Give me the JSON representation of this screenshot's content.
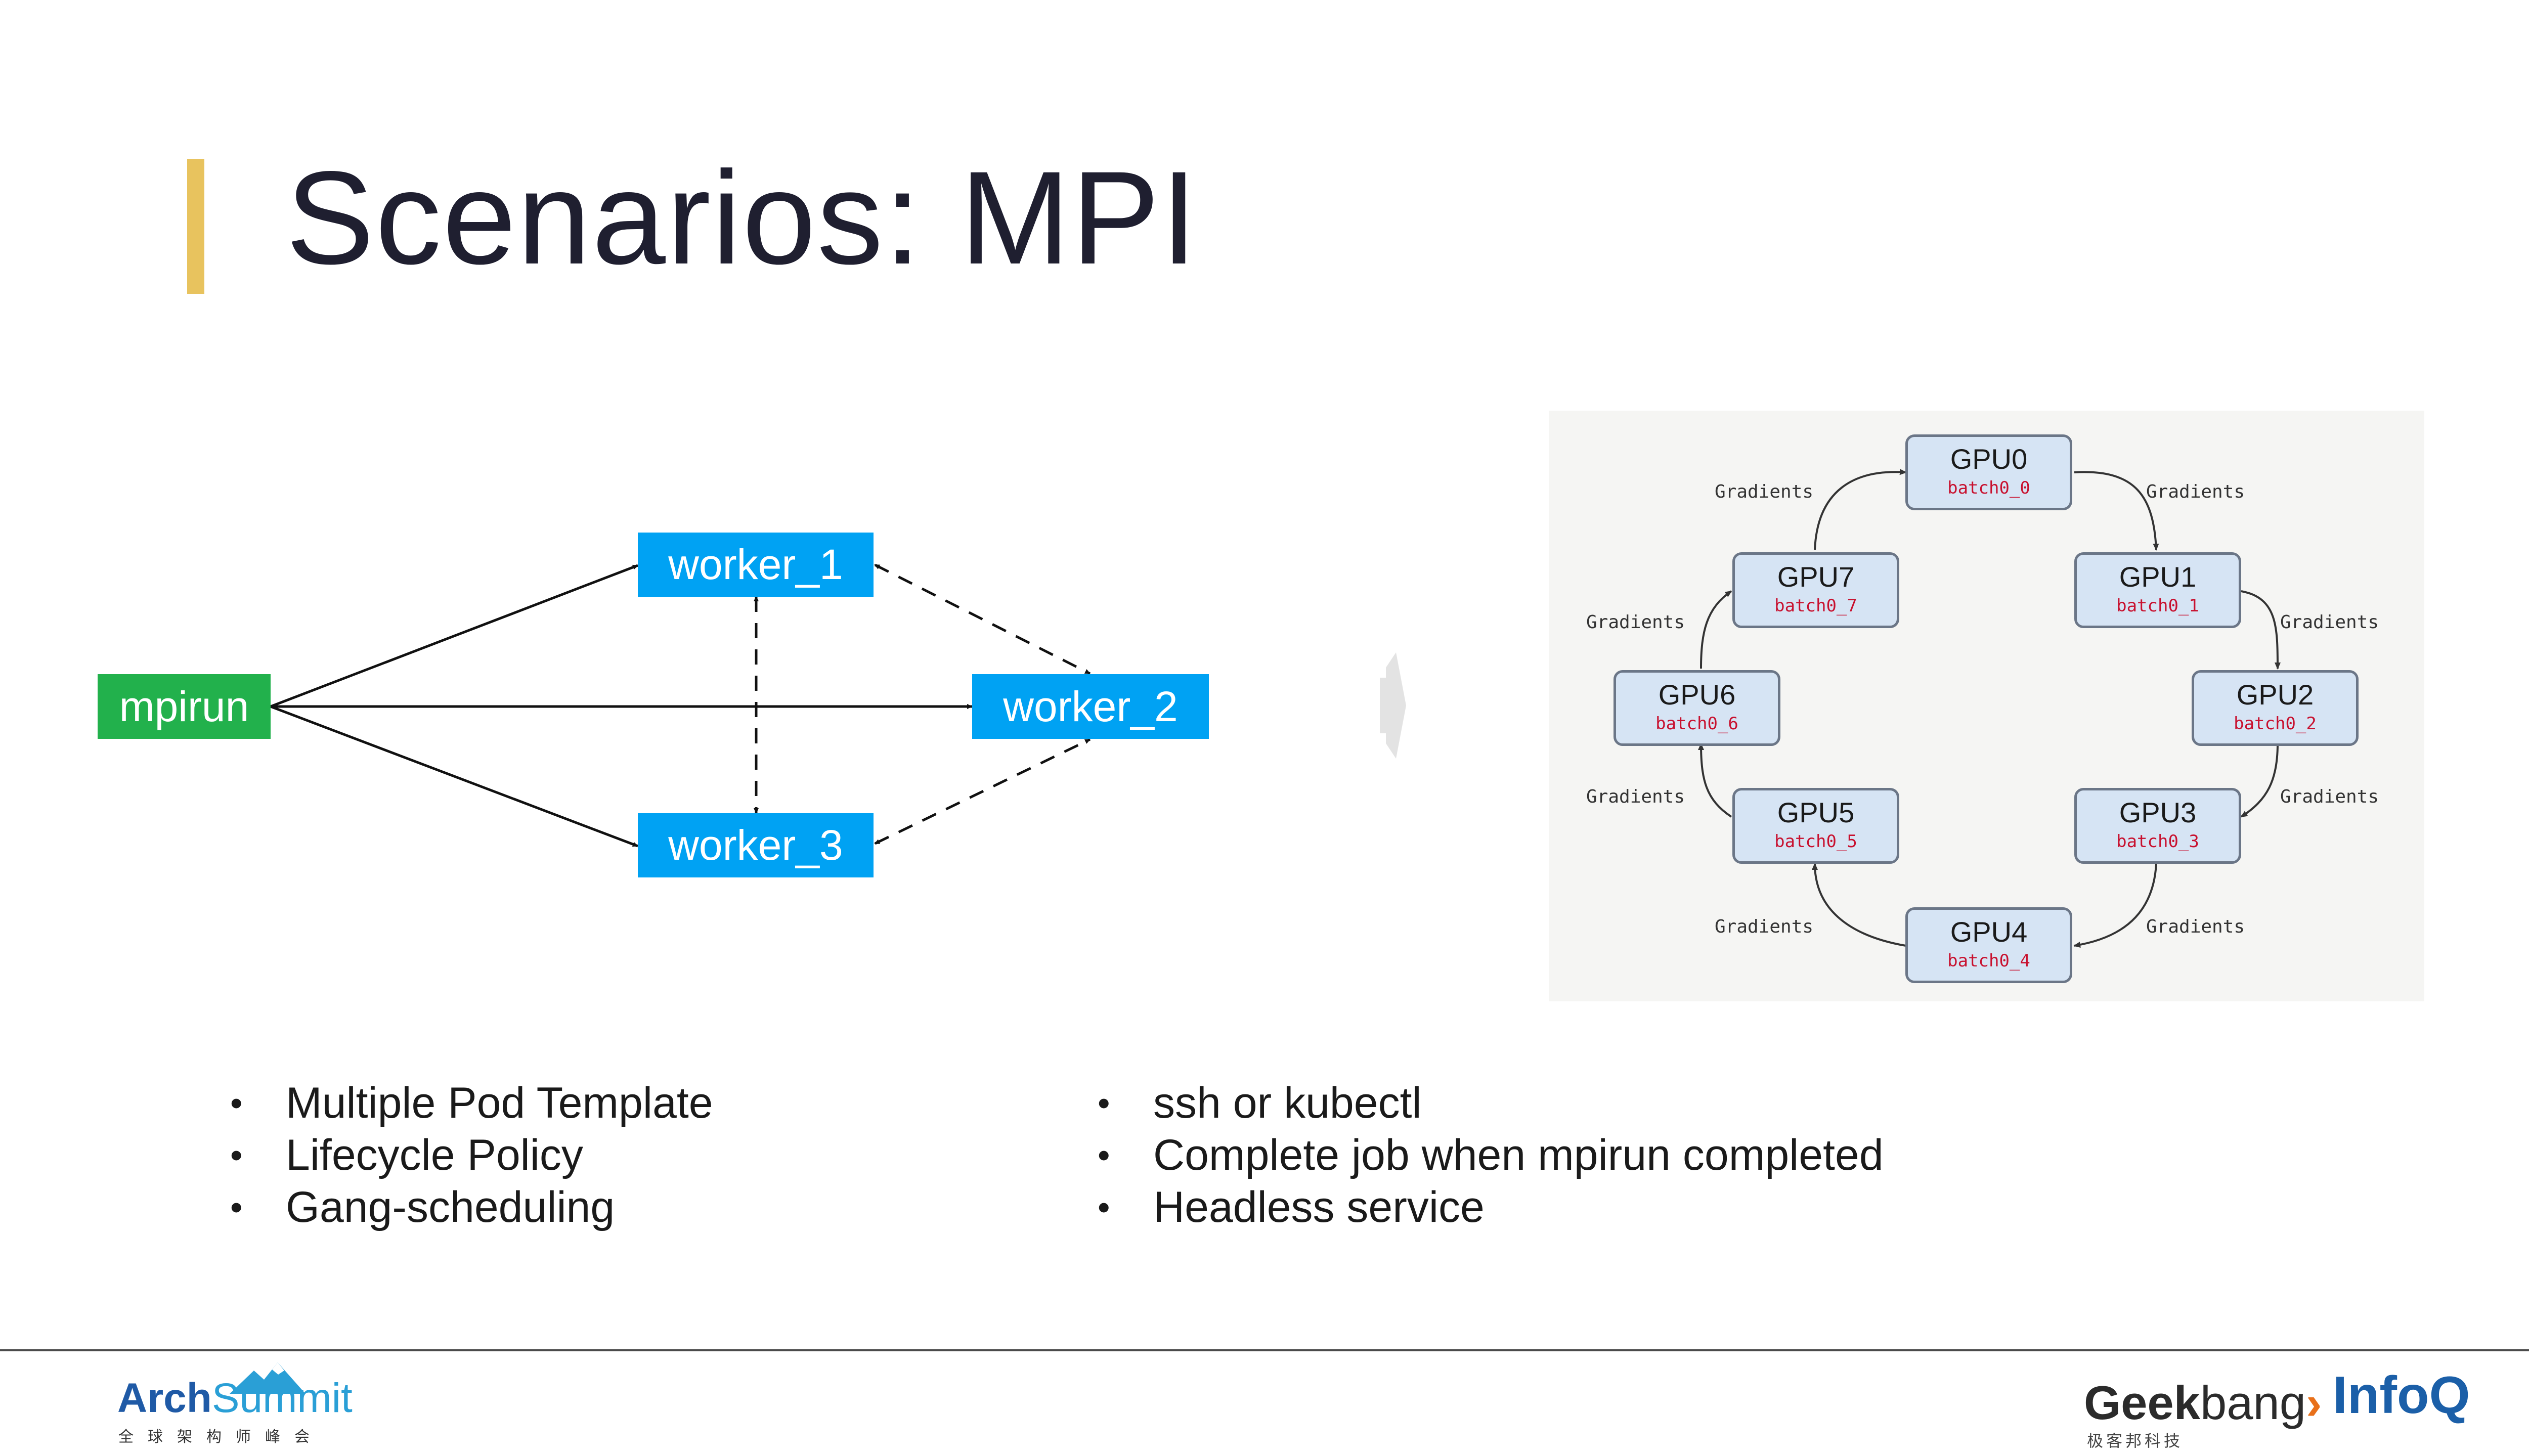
{
  "title": "Scenarios: MPI",
  "colors": {
    "accent": "#E8C35E",
    "mpirun": "#22B14C",
    "worker": "#00A2F3",
    "gpu_fill": "#d6e4f4",
    "gpu_border": "#6b7687",
    "batch_text": "#c8102e"
  },
  "left_diagram": {
    "mpirun": "mpirun",
    "worker_1": "worker_1",
    "worker_2": "worker_2",
    "worker_3": "worker_3"
  },
  "ring": {
    "gpus": [
      {
        "name": "GPU0",
        "batch": "batch0_0"
      },
      {
        "name": "GPU1",
        "batch": "batch0_1"
      },
      {
        "name": "GPU2",
        "batch": "batch0_2"
      },
      {
        "name": "GPU3",
        "batch": "batch0_3"
      },
      {
        "name": "GPU4",
        "batch": "batch0_4"
      },
      {
        "name": "GPU5",
        "batch": "batch0_5"
      },
      {
        "name": "GPU6",
        "batch": "batch0_6"
      },
      {
        "name": "GPU7",
        "batch": "batch0_7"
      }
    ],
    "edge_label": "Gradients"
  },
  "bullets_left": [
    "Multiple Pod Template",
    "Lifecycle Policy",
    "Gang-scheduling"
  ],
  "bullets_right": [
    "ssh or kubectl",
    "Complete job when mpirun completed",
    "Headless service"
  ],
  "bullet_glyph": "•",
  "footer": {
    "arch_bold": "Arch",
    "arch_light": "Summit",
    "arch_cn": "全球架构师峰会",
    "geek_bold": "Geek",
    "geek_light": "bang",
    "geek_chevron": "›",
    "geek_cn": "极客邦科技",
    "infoq": "InfoQ"
  }
}
